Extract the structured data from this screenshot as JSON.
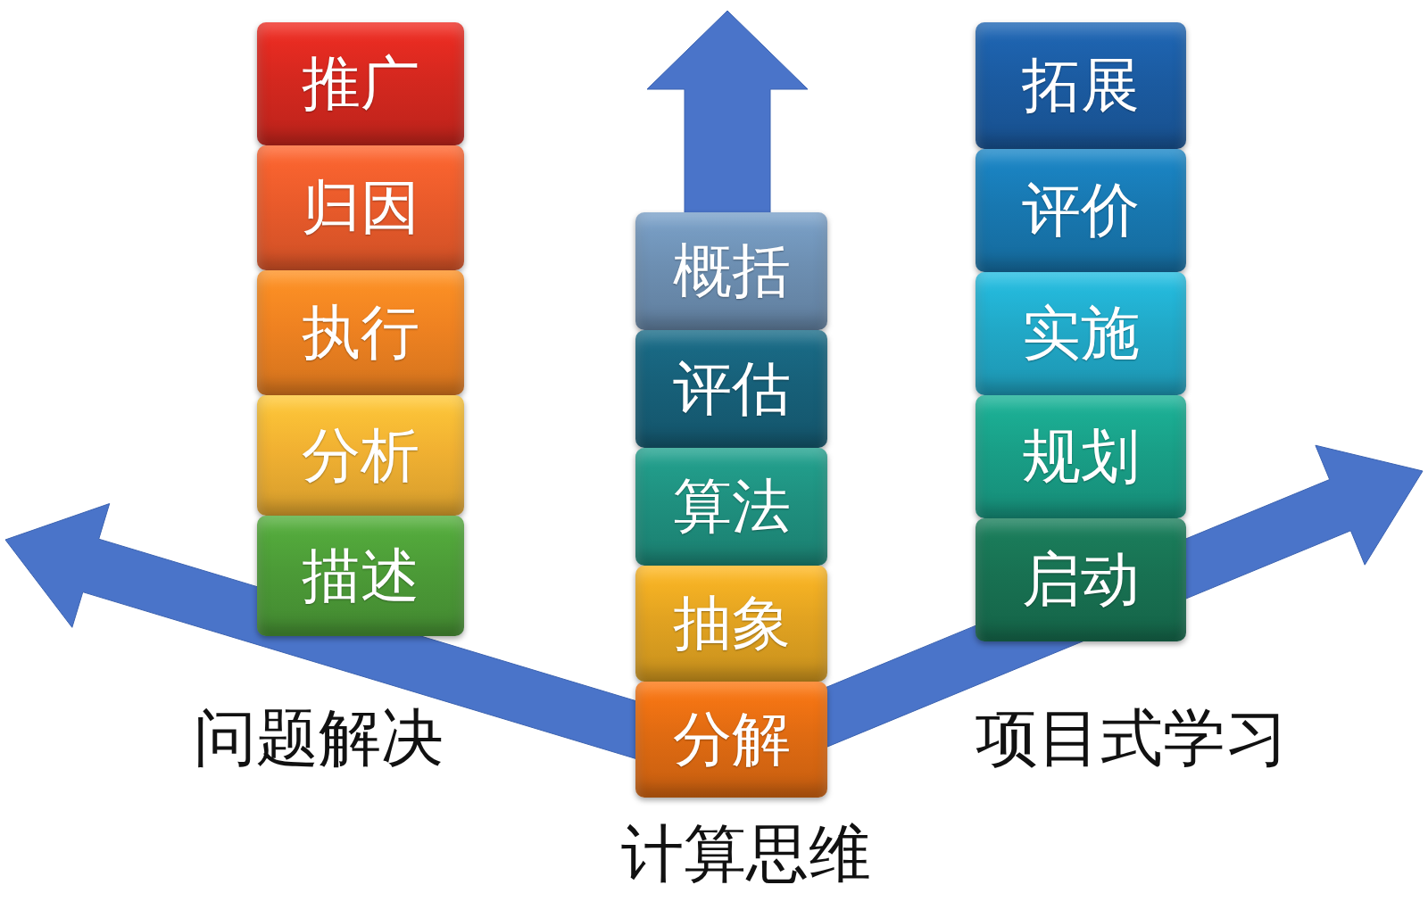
{
  "diagram": {
    "nodes": [
      {
        "text": [
          "推广"
        ]
      },
      {
        "text": [
          "归因"
        ]
      },
      {
        "text": [
          "执行"
        ]
      },
      {
        "text": [
          "分析"
        ]
      },
      {
        "text": [
          "描述"
        ]
      },
      {
        "text": [
          "概括"
        ]
      },
      {
        "text": [
          "评估"
        ]
      },
      {
        "text": [
          "算法"
        ]
      },
      {
        "text": [
          "抽象"
        ]
      },
      {
        "text": [
          "分解"
        ]
      },
      {
        "text": [
          "拓展"
        ]
      },
      {
        "text": [
          "评价"
        ]
      },
      {
        "text": [
          "实施"
        ]
      },
      {
        "text": [
          "规划"
        ]
      },
      {
        "text": [
          "启动"
        ]
      }
    ],
    "labels": [
      "问题解决",
      "计算思维",
      "项目式学习"
    ]
  }
}
